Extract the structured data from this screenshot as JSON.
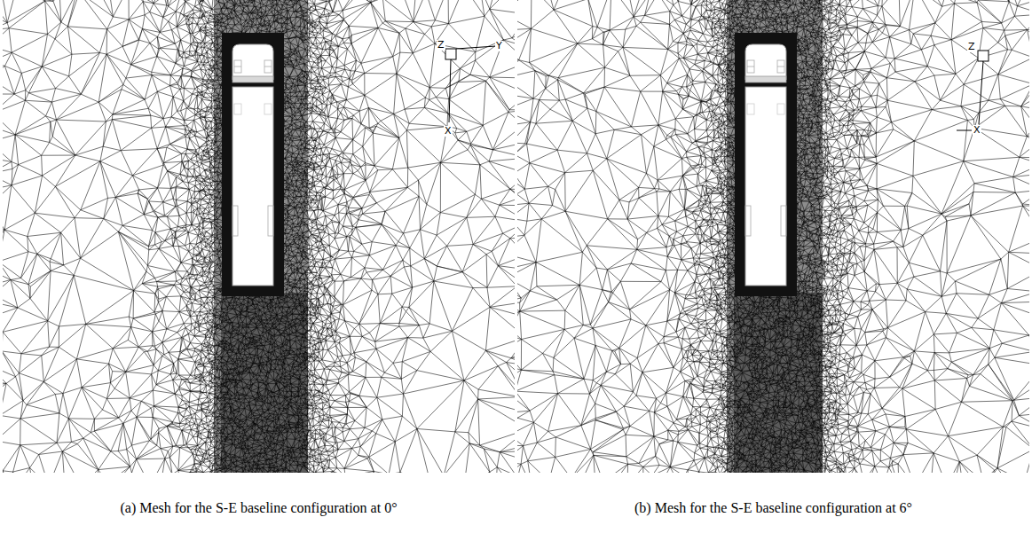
{
  "diagram": {
    "labels": [
      "Z",
      "Y",
      "X",
      "Z",
      "X",
      "(a) Mesh for the S-E baseline configuration at 0°",
      "(b) Mesh for the S-E baseline configuration at 6°"
    ]
  }
}
